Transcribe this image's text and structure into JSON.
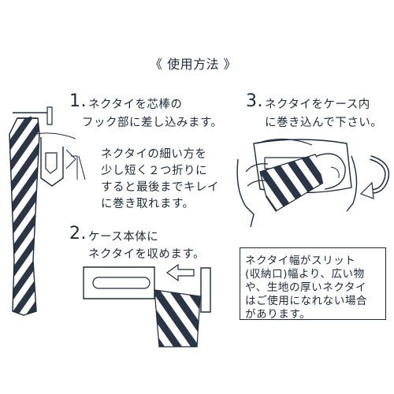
{
  "title": "《 使用方法 》",
  "steps": [
    {
      "number": "1.",
      "lines": [
        "ネクタイを芯棒の",
        "フック部に差し込みます。"
      ]
    },
    {
      "number": "2.",
      "lines": [
        "ケース本体に",
        "ネクタイを収めます。"
      ]
    },
    {
      "number": "3.",
      "lines": [
        "ネクタイをケース内",
        "に巻き込んで下さい。"
      ]
    }
  ],
  "step1_note": [
    "ネクタイの細い方を",
    "少し短く２つ折りに",
    "すると最後までキレイ",
    "に巻き取れます。"
  ],
  "warning_box": [
    "ネクタイ幅がスリット",
    "(収納口)幅より、広い物",
    "や、生地の厚いネクタイ",
    "はご使用になれない場合",
    "があります。"
  ],
  "colors": {
    "ink": "#1c2a3a",
    "background": "#ffffff"
  }
}
